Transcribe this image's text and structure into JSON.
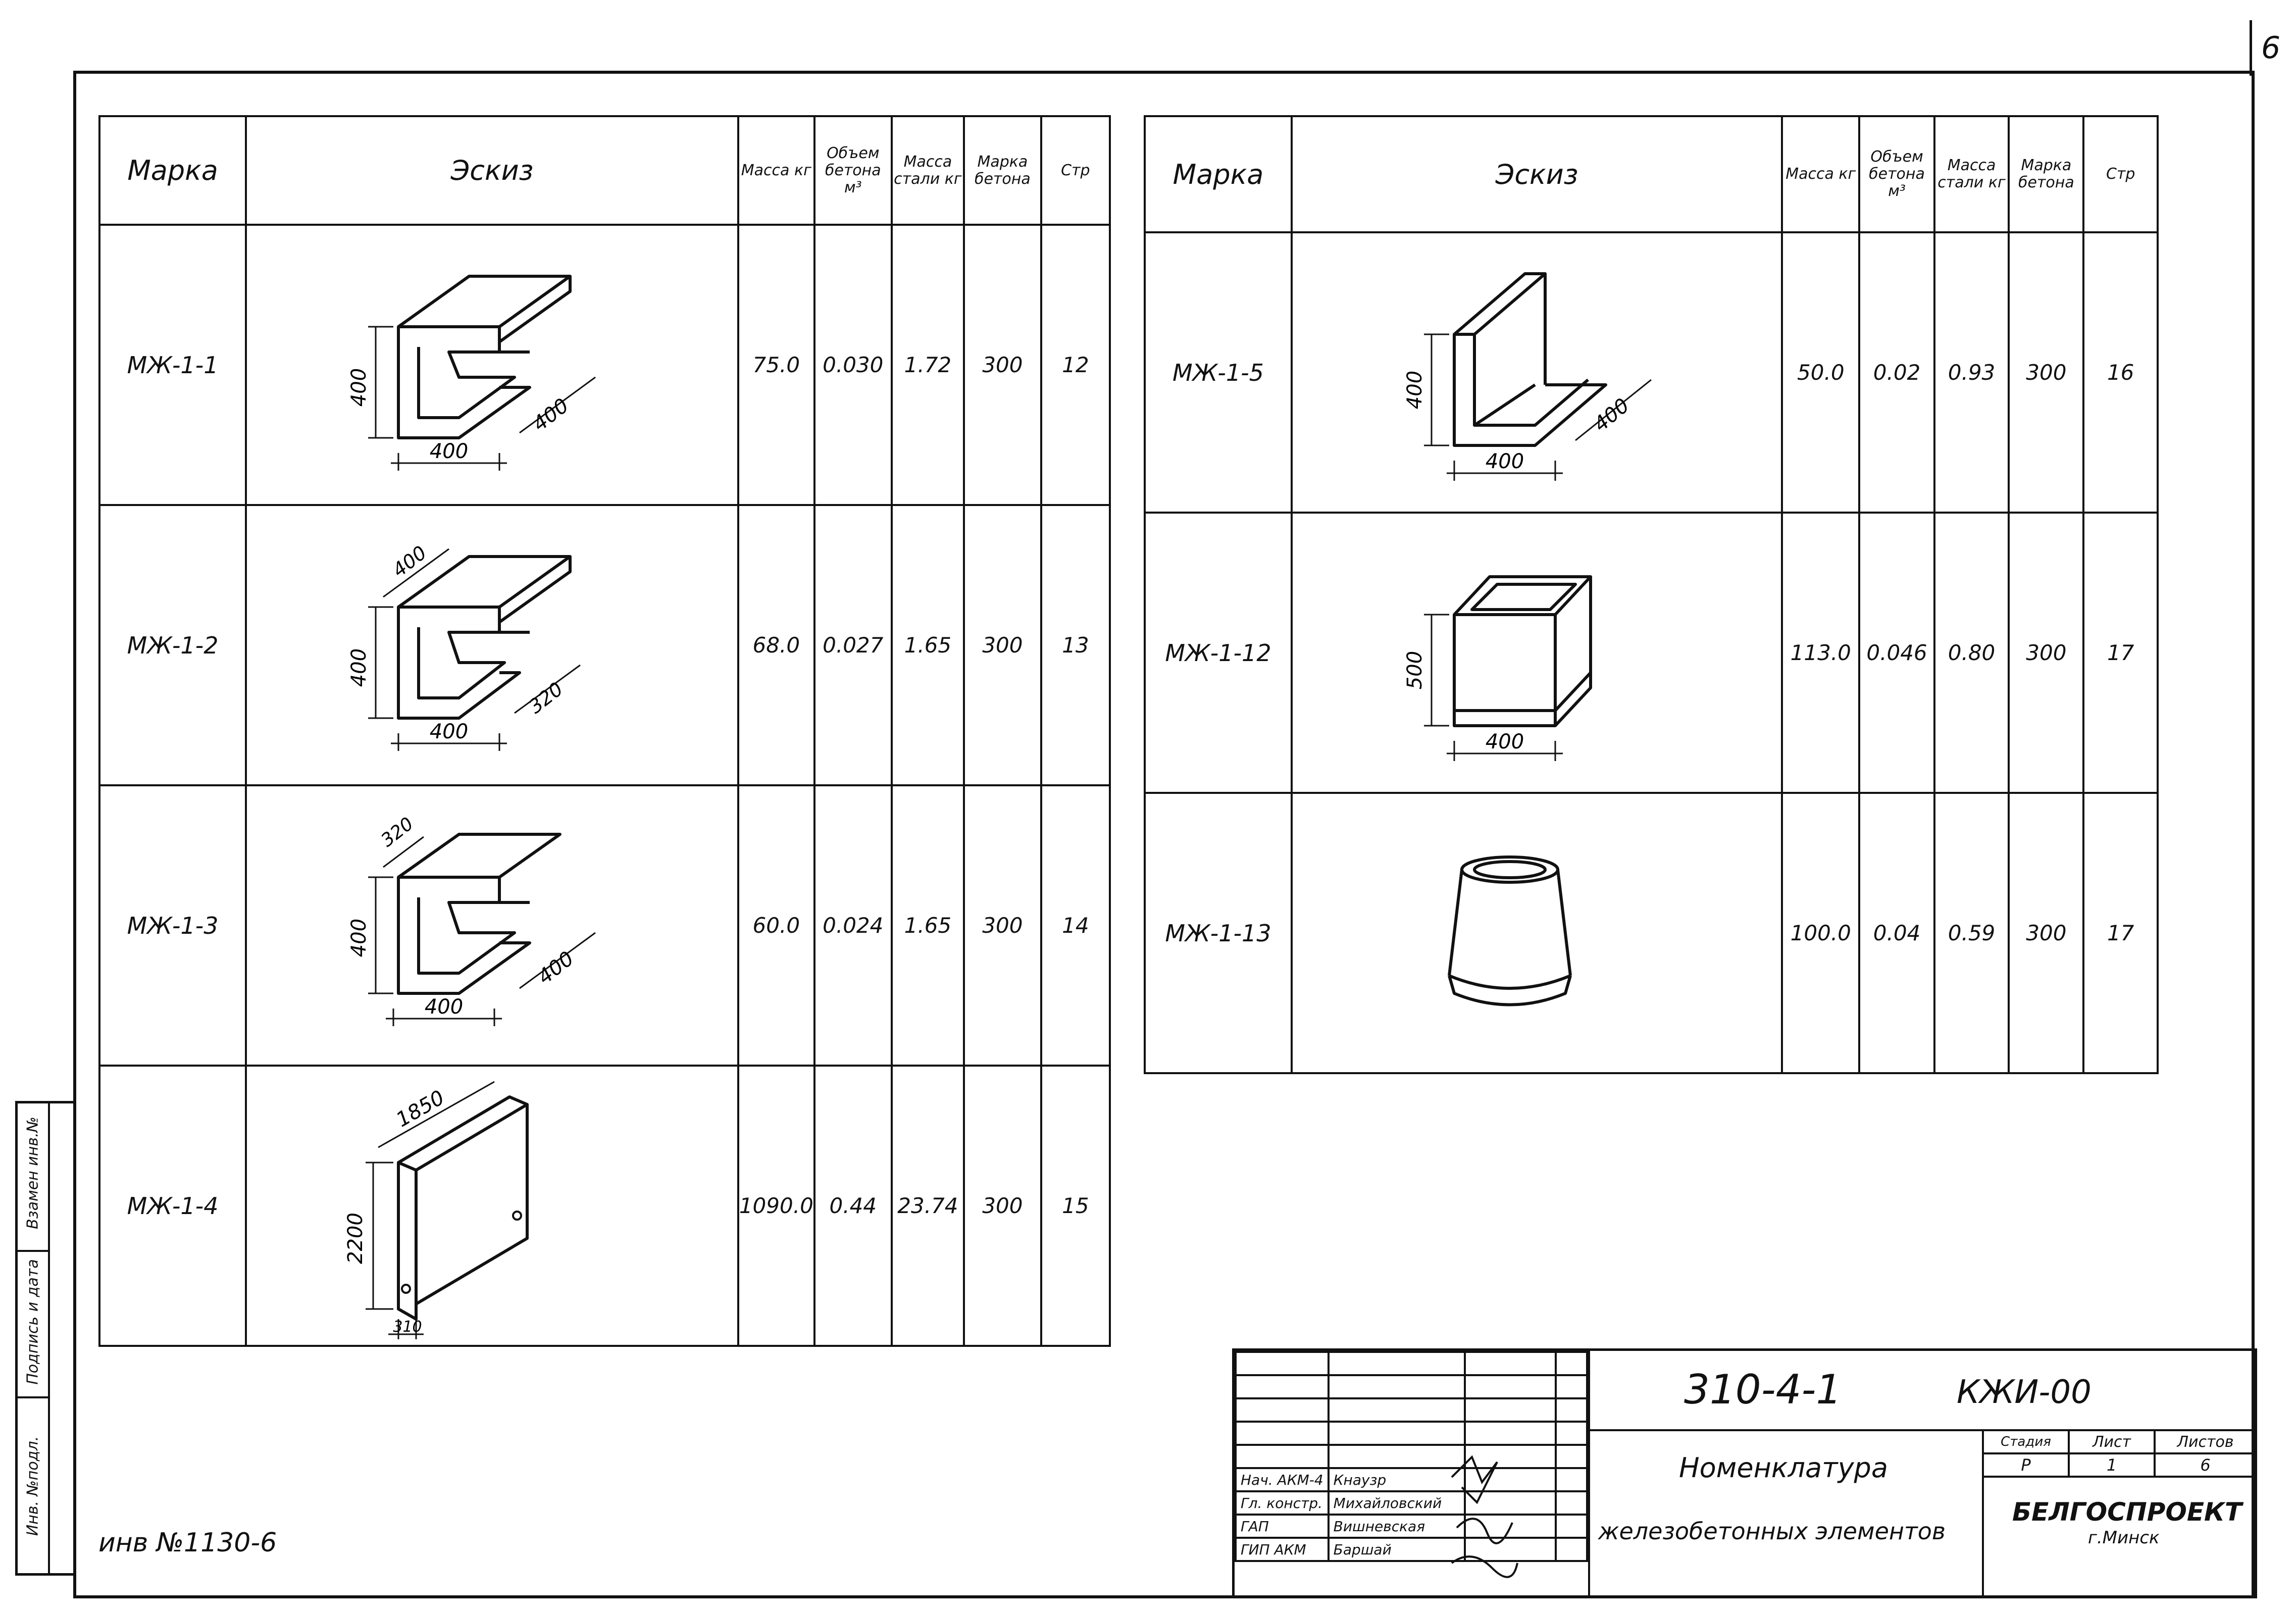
{
  "sheet_corner_number": "6",
  "left_table": {
    "headers": {
      "mark": "Марка",
      "sketch": "Эскиз",
      "mass": "Масса кг",
      "volume": "Объем бетона м³",
      "steel": "Масса стали кг",
      "grade": "Марка бетона",
      "page": "Стр"
    },
    "rows": [
      {
        "mark": "МЖ-1-1",
        "mass": "75.0",
        "volume": "0.030",
        "steel": "1.72",
        "grade": "300",
        "page": "12",
        "dims": {
          "height": "400",
          "width": "400",
          "depth": "400"
        }
      },
      {
        "mark": "МЖ-1-2",
        "mass": "68.0",
        "volume": "0.027",
        "steel": "1.65",
        "grade": "300",
        "page": "13",
        "dims": {
          "top": "400",
          "height": "400",
          "width": "400",
          "depth": "320"
        }
      },
      {
        "mark": "МЖ-1-3",
        "mass": "60.0",
        "volume": "0.024",
        "steel": "1.65",
        "grade": "300",
        "page": "14",
        "dims": {
          "top": "320",
          "height": "400",
          "width": "400",
          "depth": "400"
        }
      },
      {
        "mark": "МЖ-1-4",
        "mass": "1090.0",
        "volume": "0.44",
        "steel": "23.74",
        "grade": "300",
        "page": "15",
        "dims": {
          "length": "1850",
          "height": "2200",
          "width": "310"
        }
      }
    ]
  },
  "right_table": {
    "headers": {
      "mark": "Марка",
      "sketch": "Эскиз",
      "mass": "Масса кг",
      "volume": "Объем бетона м³",
      "steel": "Масса стали кг",
      "grade": "Марка бетона",
      "page": "Стр"
    },
    "rows": [
      {
        "mark": "МЖ-1-5",
        "mass": "50.0",
        "volume": "0.02",
        "steel": "0.93",
        "grade": "300",
        "page": "16",
        "dims": {
          "height": "400",
          "width": "400",
          "depth": "400"
        }
      },
      {
        "mark": "МЖ-1-12",
        "mass": "113.0",
        "volume": "0.046",
        "steel": "0.80",
        "grade": "300",
        "page": "17",
        "dims": {
          "height": "500",
          "width": "400"
        }
      },
      {
        "mark": "МЖ-1-13",
        "mass": "100.0",
        "volume": "0.04",
        "steel": "0.59",
        "grade": "300",
        "page": "17"
      }
    ]
  },
  "margin_labels": {
    "inv_original": "Инв. №подл.",
    "signature_date": "Подпись и дата",
    "replaced_inv": "Взамен инв.№"
  },
  "inventory_note": "инв №1130-6",
  "title_block": {
    "code": "310-4-1",
    "doc_mark": "КЖИ-00",
    "title_line1": "Номенклатура",
    "title_line2": "железобетонных элементов",
    "stage_label": "Стадия",
    "sheet_label": "Лист",
    "sheets_label": "Листов",
    "stage": "Р",
    "sheet": "1",
    "sheets": "6",
    "org_line1": "БЕЛГОСПРОЕКТ",
    "org_line2": "г.Минск",
    "staff": [
      {
        "role": "Нач. АКМ-4",
        "name": "Кнаузр"
      },
      {
        "role": "Гл. констр.",
        "name": "Михайловский"
      },
      {
        "role": "ГАП",
        "name": "Вишневская"
      },
      {
        "role": "ГИП АКМ",
        "name": "Баршай"
      }
    ]
  }
}
